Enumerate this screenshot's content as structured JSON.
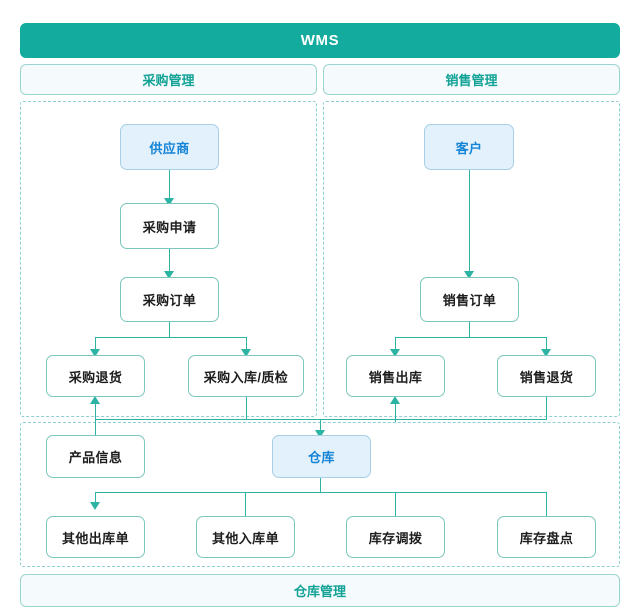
{
  "diagram": {
    "title": "WMS",
    "sections": {
      "purchase": "采购管理",
      "sales": "销售管理",
      "warehouse": "仓库管理"
    },
    "nodes": {
      "supplier": "供应商",
      "purchase_request": "采购申请",
      "purchase_order": "采购订单",
      "purchase_return": "采购退货",
      "purchase_inbound_qc": "采购入库/质检",
      "customer": "客户",
      "sales_order": "销售订单",
      "sales_outbound": "销售出库",
      "sales_return": "销售退货",
      "product_info": "产品信息",
      "warehouse": "仓库",
      "other_outbound": "其他出库单",
      "other_inbound": "其他入库单",
      "stock_transfer": "库存调拨",
      "stock_count": "库存盘点"
    },
    "colors": {
      "brand": "#12ab9d",
      "connector": "#2bb3a3",
      "node_border": "#7cc7bd",
      "accent_fill": "#e2f1fb",
      "accent_text": "#1684d6",
      "group_border": "#8ecfd2",
      "sub_banner_fill": "#f5fafc"
    }
  }
}
